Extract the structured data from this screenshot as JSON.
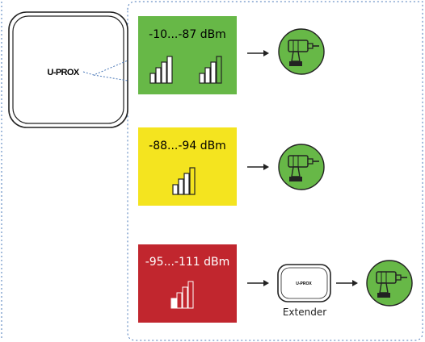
{
  "hub": {
    "label": "U-PROX"
  },
  "signal_levels": [
    {
      "range": "-10...-87 dBm",
      "background": "#67b847",
      "text_color": "#000000",
      "bar_icon": "signal-bars-icon",
      "device_icon": "drill-icon"
    },
    {
      "range": "-88...-94 dBm",
      "background": "#f4e41f",
      "text_color": "#000000",
      "bar_icon": "signal-bars-icon",
      "device_icon": "drill-icon"
    },
    {
      "range": "-95...-111 dBm",
      "background": "#c1262e",
      "text_color": "#ffffff",
      "bar_icon": "signal-bars-icon",
      "device_icon": "drill-icon"
    }
  ],
  "extender": {
    "label": "Extender",
    "device_text": "U-PROX"
  },
  "colors": {
    "device_circle": "#67b847",
    "dotted_line": "#4a78b8",
    "outline": "#222222"
  }
}
